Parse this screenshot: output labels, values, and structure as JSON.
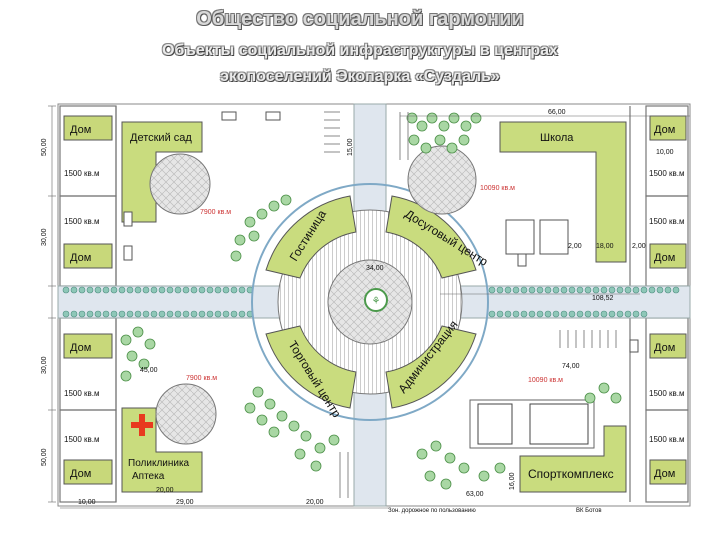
{
  "header": {
    "title": "Общество социальной гармонии",
    "subtitle_line1": "Объекты социальной инфраструктуры в центрах",
    "subtitle_line2": "экопоселений Экопарка «Суздаль»"
  },
  "plan": {
    "house_label": "Дом",
    "plot_area": "1500 кв.м",
    "buildings": {
      "kindergarten": "Детский сад",
      "school": "Школа",
      "hotel": "Гостиница",
      "leisure_center": "Досуговый центр",
      "shopping_center": "Торговый центр",
      "administration": "Администрация",
      "clinic_line1": "Поликлиника",
      "clinic_line2": "Аптека",
      "sports_complex": "Спорткомплекс"
    },
    "areas": {
      "kindergarten_area": "7900 кв.м",
      "school_area": "10090 кв.м",
      "clinic_area": "7900 кв.м",
      "sports_area": "10090 кв.м"
    },
    "dimensions": {
      "top_width": "66,00",
      "school_depth": "10,00",
      "square_diameter": "34,00",
      "road_width": "108,52",
      "sports_width": "74,00",
      "gap_a": "2,00",
      "gap_b": "18,00",
      "gap_c": "2,00",
      "bottom_a": "10,00",
      "bottom_b": "29,00",
      "bottom_c": "20,00",
      "bottom_d": "63,00",
      "clinic_depth": "20,00",
      "left_top": "50,00",
      "left_mid": "30,00",
      "left_lower": "30,00",
      "left_bottom": "50,00",
      "sports_height": "16,00",
      "top_center": "15,00",
      "lower_center": "45,00"
    },
    "footer_note": "Зон. дорожное по пользованию",
    "footer_right": "ВК Ботов"
  },
  "colors": {
    "house_fill": "#c8d87a",
    "building_fill": "#c9dc7e",
    "road": "#b9c6d6",
    "tree": "#5fb35a",
    "clinic_red": "#e83a1e"
  }
}
